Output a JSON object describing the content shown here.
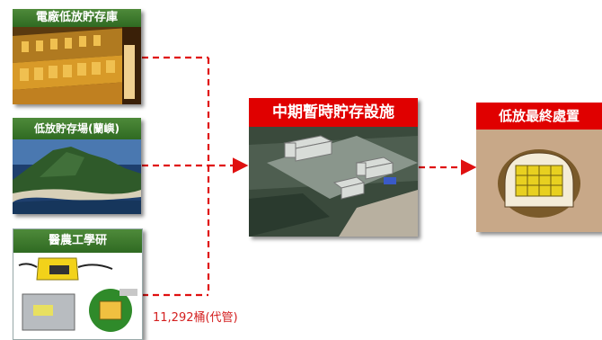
{
  "sources": [
    {
      "id": "power-plant",
      "title": "電廠低放貯存庫"
    },
    {
      "id": "lanyu",
      "title": "低放貯存場(蘭嶼)"
    },
    {
      "id": "medical",
      "title": "醫農工學研"
    }
  ],
  "medical_caption": "11,292桶(代管)",
  "interim": {
    "title": "中期暫時貯存設施"
  },
  "final": {
    "title": "低放最終處置"
  },
  "colors": {
    "arrow": "#e01010",
    "header_green": "#3a7a2a",
    "header_red": "#e00000",
    "caption": "#d42020"
  }
}
